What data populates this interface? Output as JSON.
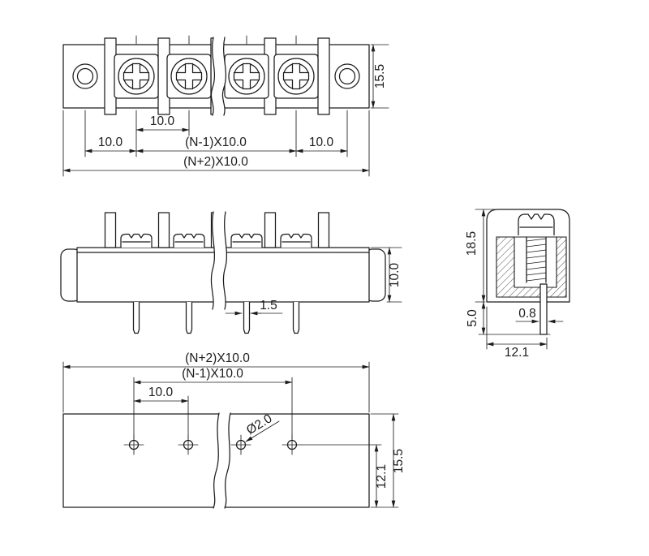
{
  "drawing": {
    "top_view": {
      "height": "15.5",
      "pitch": "10.0",
      "left_margin": "10.0",
      "span_n_minus_1": "(N-1)X10.0",
      "right_margin": "10.0",
      "total_width": "(N+2)X10.0"
    },
    "front_view": {
      "body_height": "10.0",
      "pin_width": "1.5"
    },
    "side_view": {
      "height": "18.5",
      "pin_length": "5.0",
      "pin_thickness": "0.8",
      "depth": "12.1"
    },
    "bottom_view": {
      "total_width": "(N+2)X10.0",
      "span_n_minus_1": "(N-1)X10.0",
      "pitch": "10.0",
      "hole_diameter": "Ø2.0",
      "hole_offset": "12.1",
      "depth": "15.5"
    },
    "colors": {
      "line": "#1c1c1c",
      "background": "#ffffff"
    }
  }
}
